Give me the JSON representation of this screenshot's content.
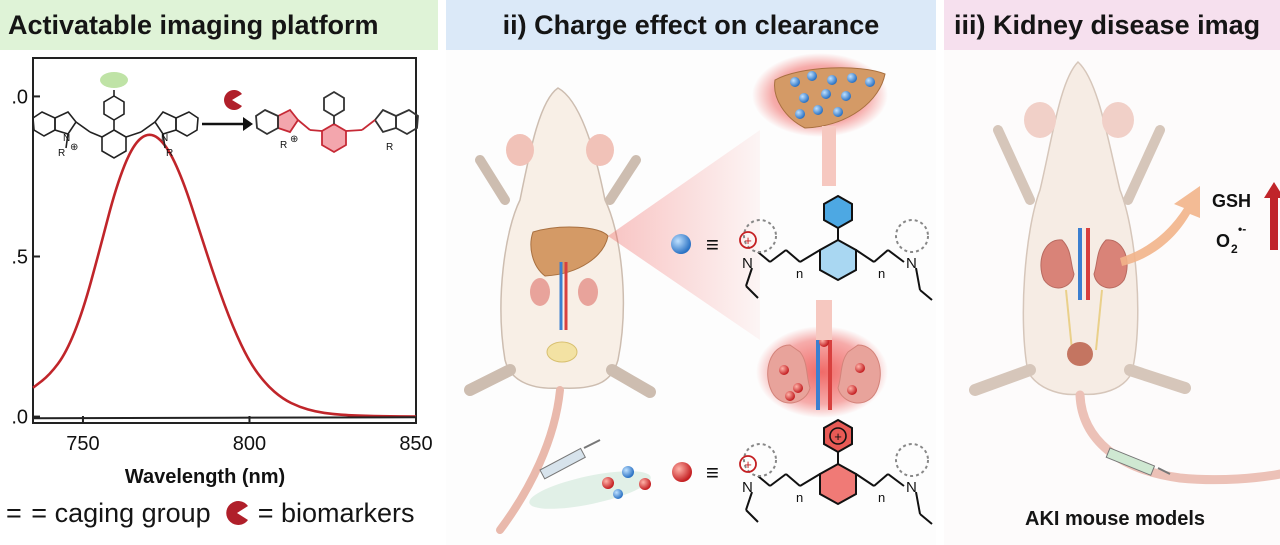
{
  "panels": {
    "panel1": {
      "header": "Activatable imaging platform",
      "chart_data": {
        "type": "line",
        "xlabel": "Wavelength (nm)",
        "ylabel": "",
        "xlim": [
          735,
          850
        ],
        "ylim": [
          -0.02,
          1.12
        ],
        "x_ticks": [
          750,
          800,
          850
        ],
        "y_tick_labels": [
          ".0",
          ".5",
          ".0"
        ],
        "y_tick_values": [
          0,
          0.5,
          1.0
        ],
        "series": [
          {
            "color": "#c0252a",
            "x": [
              735,
              740,
              745,
              750,
              755,
              760,
              765,
              770,
              775,
              780,
              785,
              790,
              795,
              800,
              805,
              810,
              815,
              820,
              825,
              830,
              840,
              850
            ],
            "y": [
              0.09,
              0.13,
              0.2,
              0.33,
              0.52,
              0.72,
              0.85,
              0.89,
              0.85,
              0.74,
              0.58,
              0.42,
              0.28,
              0.17,
              0.1,
              0.055,
              0.03,
              0.015,
              0.008,
              0.004,
              0.001,
              0.0
            ]
          },
          {
            "color": "#222222",
            "x": [
              735,
              850
            ],
            "y": [
              -0.005,
              -0.002
            ]
          }
        ]
      },
      "legend": {
        "caging_text": "= caging group",
        "biomarker_text": "= biomarkers",
        "eq_prefix": "="
      },
      "molecule_labels": {
        "r1": "R",
        "n1": "N",
        "r2": "R",
        "n2": "N",
        "plus": "⊕"
      }
    },
    "panel2": {
      "header": "ii) Charge effect on clearance",
      "equiv": "≡",
      "subscript_n": "n",
      "n_atom": "N"
    },
    "panel3": {
      "header": "iii) Kidney disease imag",
      "gsh": "GSH",
      "o2": "O",
      "o2_sub": "2",
      "o2_sup": "•-",
      "aki": "AKI mouse models"
    },
    "colors": {
      "curve": "#c0252a",
      "liver": "#d49a66",
      "kidney": "#e8a39b",
      "blue_dot": "#3c8fd6",
      "red_dot": "#d8322f",
      "glow": "#ef5a57",
      "mouse_body": "#f8efe6"
    }
  }
}
